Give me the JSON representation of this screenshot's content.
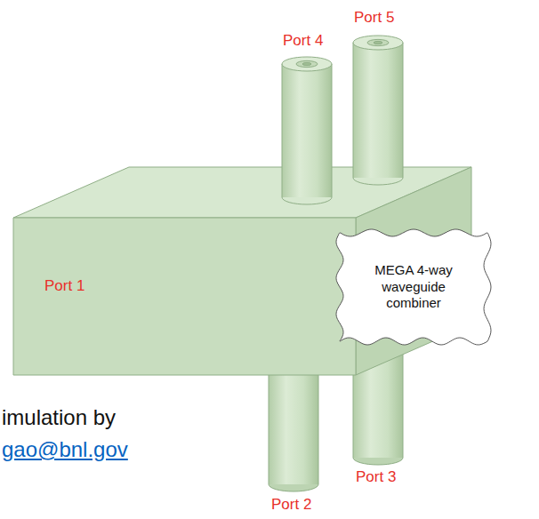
{
  "diagram": {
    "nodes": [
      {
        "text": [
          "MEGA 4-way waveguide combiner"
        ]
      }
    ],
    "labels": [
      "Port 5",
      "Port 4",
      "Port 1",
      "imulation by",
      "gao@bnl.gov",
      "Port 2",
      "Port 3"
    ]
  }
}
